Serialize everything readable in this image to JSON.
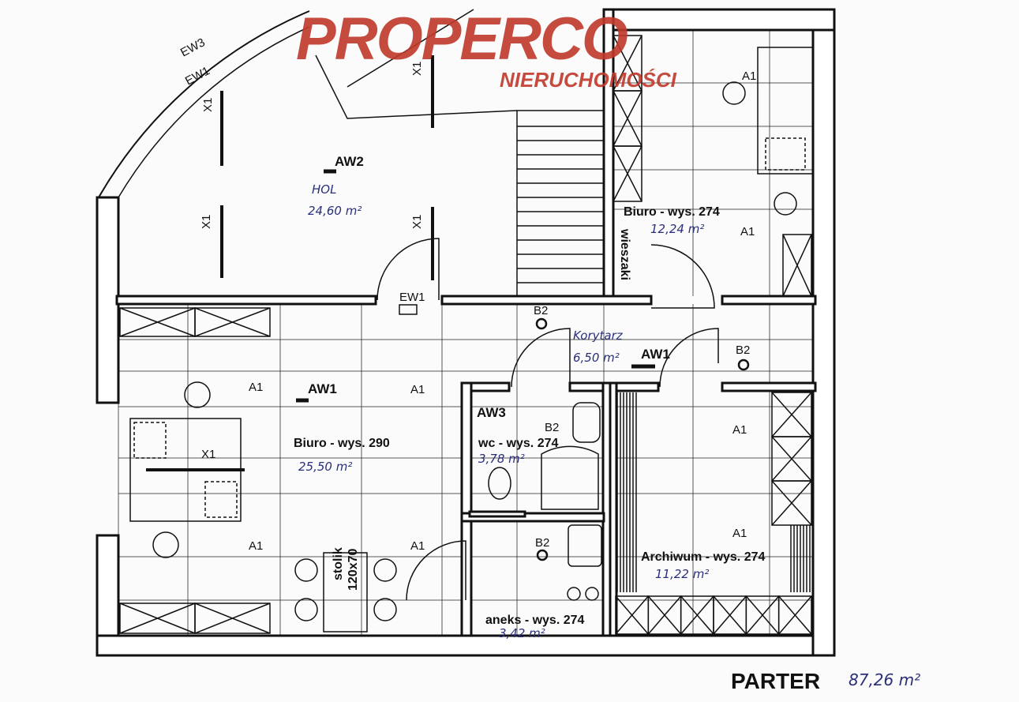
{
  "logo": {
    "brand": "PROPERCO",
    "subtitle": "NIERUCHOMOŚCI"
  },
  "rooms": {
    "hol": {
      "name": "HOL",
      "area": "24,60 m²"
    },
    "biuro_top": {
      "name": "Biuro - wys. 274",
      "area": "12,24 m²"
    },
    "korytarz": {
      "name": "Korytarz",
      "area": "6,50 m²"
    },
    "biuro_main": {
      "name": "Biuro - wys. 290",
      "area": "25,50 m²"
    },
    "wc": {
      "name": "wc - wys. 274",
      "area": "3,78 m²"
    },
    "aneks": {
      "name": "aneks - wys. 274",
      "area": "3,42 m²"
    },
    "archiwum": {
      "name": "Archiwum - wys. 274",
      "area": "11,22 m²"
    }
  },
  "furniture": {
    "wieszaki": "wieszaki",
    "stolik": "stolik",
    "stolik_size": "120x70"
  },
  "symbols": {
    "a1": "A1",
    "aw1": "AW1",
    "aw2": "AW2",
    "aw3": "AW3",
    "b2": "B2",
    "ew1": "EW1",
    "ew3": "EW3",
    "x1": "X1"
  },
  "footer": {
    "floor": "PARTER",
    "total_area": "87,26 m²"
  },
  "colors": {
    "logo": "#c0392b",
    "handwriting": "#2a2f7a"
  }
}
